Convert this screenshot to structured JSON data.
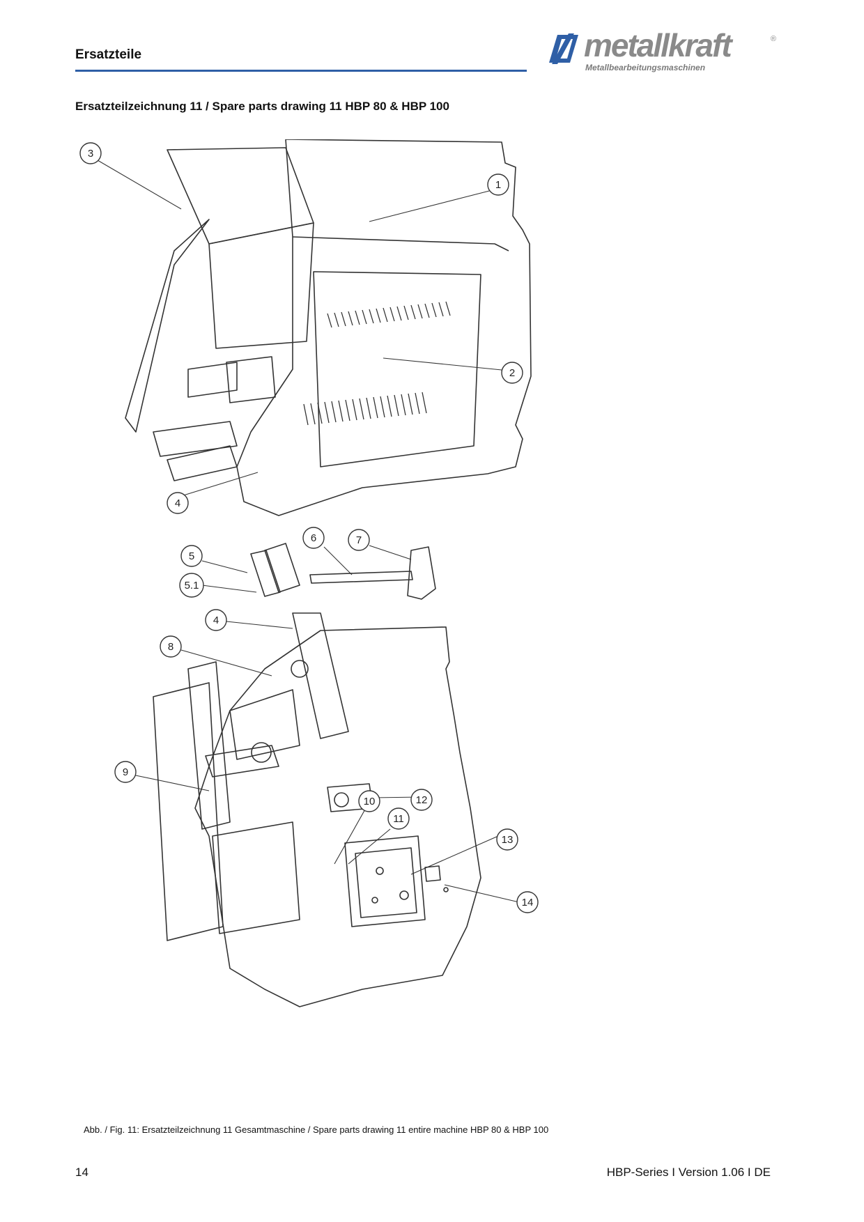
{
  "header": {
    "section_title": "Ersatzteile",
    "brand": {
      "name": "metallkraft",
      "registered": "®",
      "tagline": "Metallbearbeitungsmaschinen",
      "colors": {
        "mark": "#2f5fa6",
        "text": "#8a8a8a"
      }
    },
    "rule_color": "#2f5fa6"
  },
  "drawing_title": "Ersatzteilzeichnung 11 / Spare parts drawing 11 HBP 80 & HBP 100",
  "drawing": {
    "callouts": [
      "1",
      "2",
      "3",
      "4",
      "4",
      "5",
      "5.1",
      "6",
      "7",
      "8",
      "9",
      "10",
      "11",
      "12",
      "13",
      "14"
    ]
  },
  "caption": "Abb. / Fig. 11: Ersatzteilzeichnung 11 Gesamtmaschine / Spare parts drawing 11 entire machine HBP 80 & HBP 100",
  "footer": {
    "page_number": "14",
    "doc_version": "HBP-Series I Version 1.06 I DE"
  }
}
